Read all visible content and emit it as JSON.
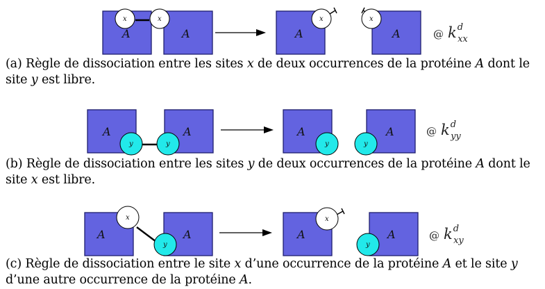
{
  "labels": {
    "protein": "A",
    "site_x": "x",
    "site_y": "y",
    "at_symbol": "@",
    "k_symbol": "k",
    "k_superscript": "d"
  },
  "panels": [
    {
      "id": "a",
      "rate_subscript": "xx",
      "caption": [
        {
          "t": "(a) Règle de dissociation entre les sites ",
          "i": false
        },
        {
          "t": "x",
          "i": true
        },
        {
          "t": " de deux occurrences de la protéine ",
          "i": false
        },
        {
          "t": "A",
          "i": true
        },
        {
          "t": " dont le site ",
          "i": false
        },
        {
          "t": "y",
          "i": true
        },
        {
          "t": " est libre.",
          "i": false
        }
      ]
    },
    {
      "id": "b",
      "rate_subscript": "yy",
      "caption": [
        {
          "t": "(b) Règle de dissociation entre les sites ",
          "i": false
        },
        {
          "t": "y",
          "i": true
        },
        {
          "t": " de deux occurrences de la protéine ",
          "i": false
        },
        {
          "t": "A",
          "i": true
        },
        {
          "t": " dont le site ",
          "i": false
        },
        {
          "t": "x",
          "i": true
        },
        {
          "t": " est libre.",
          "i": false
        }
      ]
    },
    {
      "id": "c",
      "rate_subscript": "xy",
      "caption": [
        {
          "t": "(c) Règle de dissociation entre le site ",
          "i": false
        },
        {
          "t": "x",
          "i": true
        },
        {
          "t": " d’une occurrence de la protéine ",
          "i": false
        },
        {
          "t": "A",
          "i": true
        },
        {
          "t": " et le site ",
          "i": false
        },
        {
          "t": "y",
          "i": true
        },
        {
          "t": " d’une autre occurrence de la protéine ",
          "i": false
        },
        {
          "t": "A",
          "i": true
        },
        {
          "t": ".",
          "i": false
        }
      ]
    }
  ]
}
